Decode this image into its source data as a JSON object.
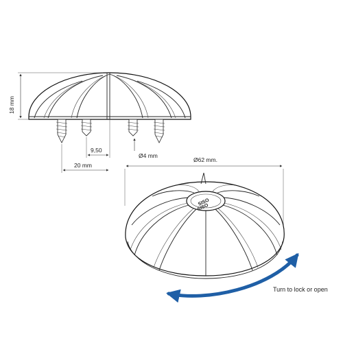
{
  "dimensions": {
    "height": "18 mm",
    "pitch": "9,50",
    "spacing": "20 mm",
    "thread": "Ø4 mm",
    "diameter": "Ø62 mm."
  },
  "emboss": {
    "line1": "SISO",
    "line2": "OSIS"
  },
  "annotation": {
    "rotate_hint": "Turn to lock or open"
  },
  "arrow_color": "#1f5fa6"
}
